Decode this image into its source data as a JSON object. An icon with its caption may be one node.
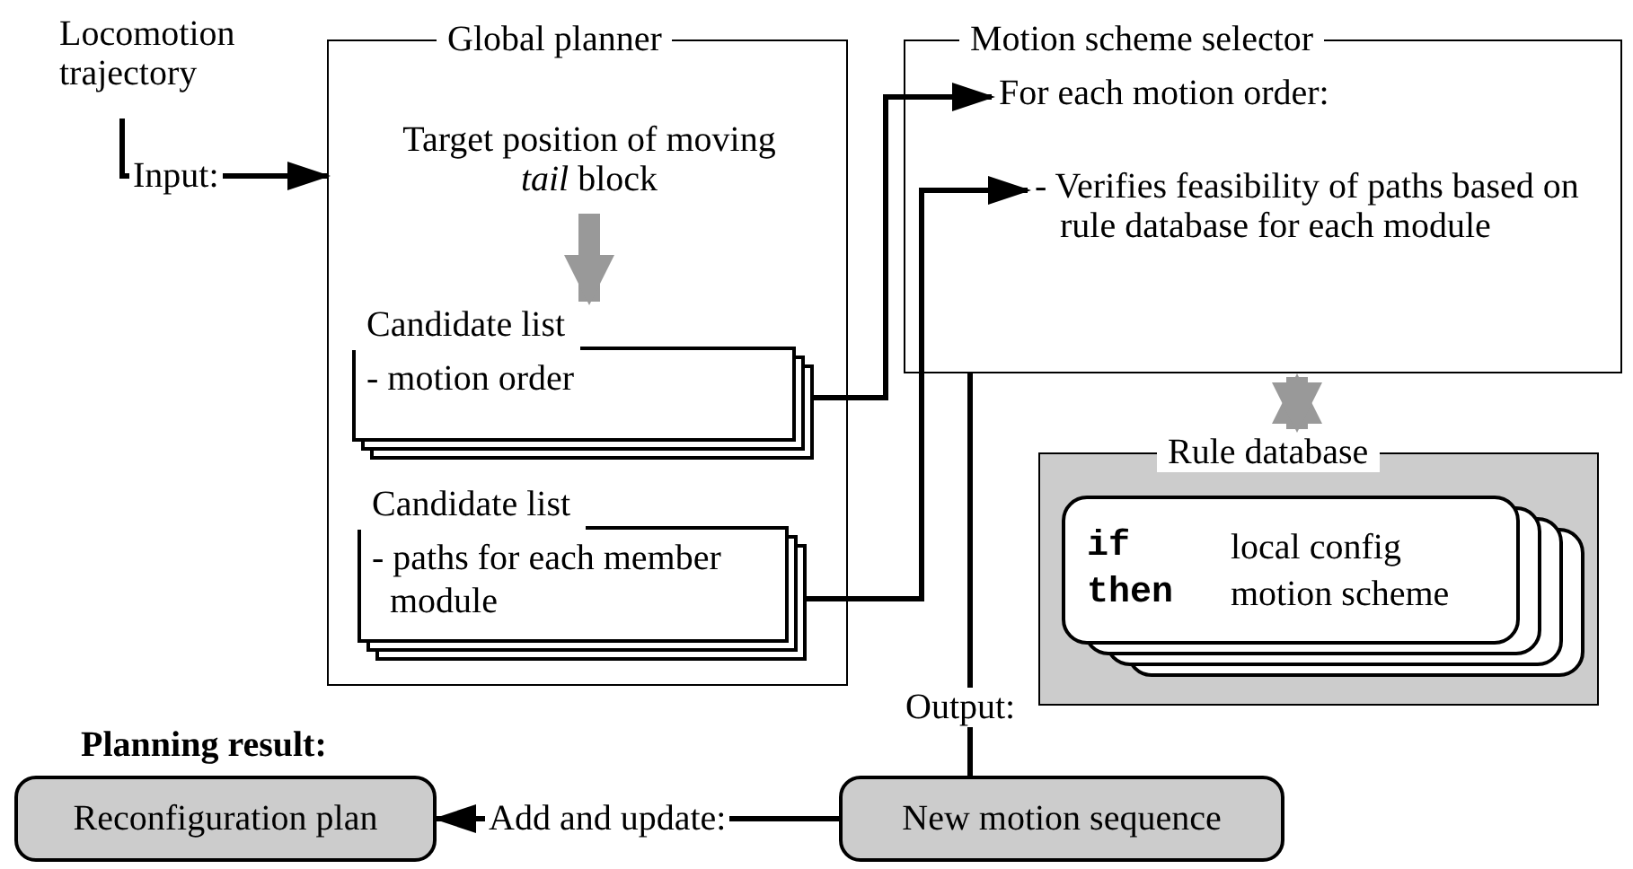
{
  "diagram": {
    "nodes": [
      {
        "text": [
          "Locomotion trajectory"
        ]
      },
      {
        "text": [
          "Global planner"
        ]
      },
      {
        "text": [
          "Target position of moving *tail* block"
        ],
        "in": 1
      },
      {
        "text": [
          "Candidate list",
          "- motion order"
        ],
        "in": 1
      },
      {
        "text": [
          "Candidate list",
          "- paths for each member module"
        ],
        "in": 1
      },
      {
        "text": [
          "Motion scheme selector"
        ]
      },
      {
        "text": [
          "For each motion order:"
        ],
        "in": 5
      },
      {
        "text": [
          "- Verifies feasibility of paths based on rule database for each module"
        ],
        "in": 5
      },
      {
        "text": [
          "Rule database"
        ]
      },
      {
        "text": [
          "if",
          "local config",
          "then",
          "motion scheme"
        ],
        "in": 8
      },
      {
        "text": [
          "Reconfiguration plan"
        ],
        "beside": [
          "Planning result:"
        ]
      },
      {
        "text": [
          "New motion sequence"
        ]
      }
    ],
    "edges": [
      {
        "from": 0,
        "to": 1,
        "arrow": "to",
        "label": "Input:"
      },
      {
        "from": 2,
        "to": 3,
        "arrow": "to",
        "style": "thick",
        "color": "#999999"
      },
      {
        "from": 3,
        "to": 6,
        "arrow": "to"
      },
      {
        "from": 4,
        "to": 7,
        "arrow": "to"
      },
      {
        "from": 5,
        "to": 8,
        "arrow": "both",
        "style": "thick",
        "color": "#999999"
      },
      {
        "from": 5,
        "to": 11,
        "arrow": "none",
        "label": "Output:"
      },
      {
        "from": 11,
        "to": 10,
        "arrow": "to",
        "label": "Add and update:"
      }
    ]
  }
}
